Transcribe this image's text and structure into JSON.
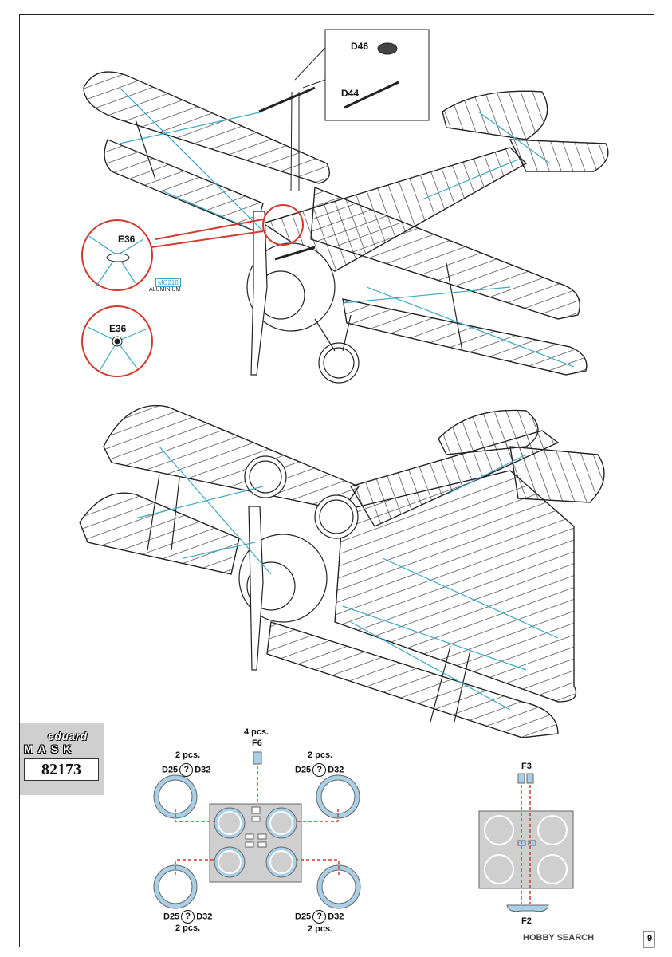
{
  "page": {
    "number": "9",
    "watermark": "HOBBY SEARCH"
  },
  "callouts": {
    "d46": "D46",
    "d44": "D44",
    "e36_top": "E36",
    "e36_bottom": "E36",
    "mc_code": "MC218",
    "mc_name": "ALUMINIUM"
  },
  "mask": {
    "brand": "eduard",
    "word": "MASK",
    "code": "82173",
    "sheet_number": "82173",
    "f6_qty": "4 pcs.",
    "f6": "F6",
    "top_left": {
      "qty": "2 pcs.",
      "left": "D25",
      "right": "D32"
    },
    "top_right": {
      "qty": "2 pcs.",
      "left": "D25",
      "right": "D32"
    },
    "bottom_left": {
      "qty": "2 pcs.",
      "left": "D25",
      "right": "D32"
    },
    "bottom_right": {
      "qty": "2 pcs.",
      "left": "D25",
      "right": "D32"
    },
    "f3": "F3",
    "f2": "F2"
  },
  "colors": {
    "rigging": "#3aa8c8",
    "callout": "#d23a2f",
    "mask_fill": "#a9d0e6",
    "sheet": "#cfcfcf"
  }
}
